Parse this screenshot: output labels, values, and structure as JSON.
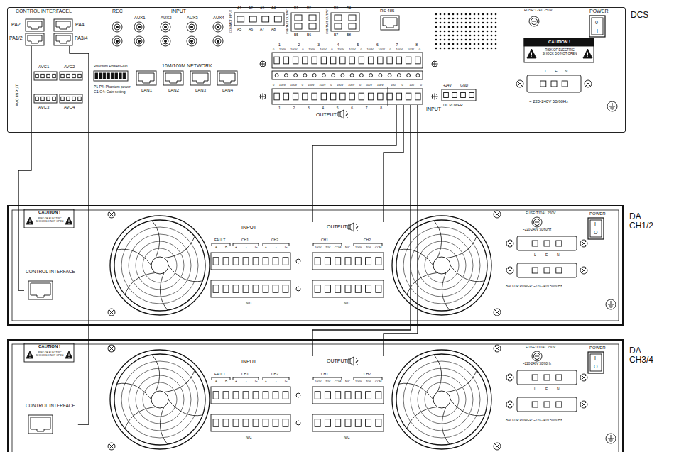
{
  "diagram": {
    "nodes": [
      {
        "text": [
          "DCS"
        ]
      },
      {
        "text": [
          "PA1/2"
        ],
        "in": 0
      },
      {
        "text": [
          "PA3/4"
        ],
        "in": 0
      },
      {
        "text": [
          "INPUT"
        ],
        "in": 0
      },
      {
        "text": [
          "DA CH1/2"
        ]
      },
      {
        "text": [
          "CONTROL INTERFACE"
        ],
        "in": 4
      },
      {
        "text": [
          "OUTPUT"
        ],
        "in": 4
      },
      {
        "text": [
          "DA CH3/4"
        ]
      },
      {
        "text": [
          "CONTROL INTERFACE"
        ],
        "in": 7
      },
      {
        "text": [
          "OUTPUT"
        ],
        "in": 7
      }
    ],
    "edges": [
      {
        "from": 1,
        "to": 5,
        "arrow": "none"
      },
      {
        "from": 2,
        "to": 8,
        "arrow": "none"
      },
      {
        "from": 6,
        "to": 3,
        "arrow": "none"
      },
      {
        "from": 6,
        "to": 3,
        "arrow": "none"
      },
      {
        "from": 9,
        "to": 3,
        "arrow": "none"
      },
      {
        "from": 9,
        "to": 3,
        "arrow": "none"
      }
    ],
    "labels": [
      "CONTROL INTERFACEL",
      "PA2",
      "PA4",
      "REC",
      "INPUT",
      "AUX1",
      "AUX2",
      "AUX3",
      "AUX4",
      "AVC1",
      "AVC2",
      "AVC INPUT",
      "AVC3",
      "AVC4",
      "Phantom Power/Gain",
      "P1-P4: Phantom power",
      "G1-G4: Gain setting",
      "10M/100M NETWORK",
      "LAN1",
      "LAN2",
      "LAN3",
      "LAN4",
      "A1",
      "A2",
      "A3",
      "A4",
      "A5",
      "A6",
      "A7",
      "A8",
      "CONTACT INPUT",
      "B1",
      "B2",
      "B3",
      "B4",
      "B5",
      "B6",
      "B7",
      "B8",
      "CONTACT OUTPUT",
      "CONTACT OUTPUT",
      "RS-485",
      "1 2 3 4 5 6 7 8",
      "0 100V 100V 0 100V 100V 0 100V 100V 0 100V 100V 0 100V 100V 0",
      "0 100V 100V 0 100V 100V 0 100V 100V 0 100V 100V",
      "100 0 100 0",
      "1 2 3 4 5 6 7 8",
      "OUTPUT",
      "+24V",
      "GND",
      "DC POWER",
      "FUSE:T2AL 250V",
      "POWER",
      "0",
      "I",
      "CAUTION !",
      "RISK OF ELECTRIC SHOCK DO NOT OPEN",
      "L",
      "E",
      "N",
      "~ 220-240V 50/60Hz",
      "CAUTION !",
      "RISK OF ELECTRIC SHOCK DO NOT OPEN",
      "INPUT",
      "FAULT",
      "CH1",
      "CH2",
      "A",
      "B",
      "+",
      "-",
      "G",
      "+",
      "-",
      "G",
      "N/C",
      "CH1",
      "CH2",
      "100V",
      "70V",
      "COM",
      "N/C",
      "100V",
      "70V",
      "COM",
      "N/C",
      "FUSE:T10AL 250V",
      "POWER",
      "I",
      "O",
      "~220-240V 50/60Hz",
      "L",
      "E",
      "N",
      "BACKUP POWER: ~220-240V 50/60Hz",
      "CAUTION !",
      "RISK OF ELECTRIC SHOCK DO NOT OPEN",
      "INPUT",
      "FAULT",
      "CH1",
      "CH2",
      "A",
      "B",
      "+",
      "-",
      "G",
      "+",
      "-",
      "G",
      "N/C",
      "CH1",
      "CH2",
      "100V",
      "70V",
      "COM",
      "N/C",
      "100V",
      "70V",
      "COM",
      "N/C",
      "FUSE:T10AL 250V",
      "POWER",
      "I",
      "O",
      "~220-240V 50/60Hz",
      "L",
      "E",
      "N",
      "BACKUP POWER: ~220-240V 50/60Hz"
    ]
  }
}
